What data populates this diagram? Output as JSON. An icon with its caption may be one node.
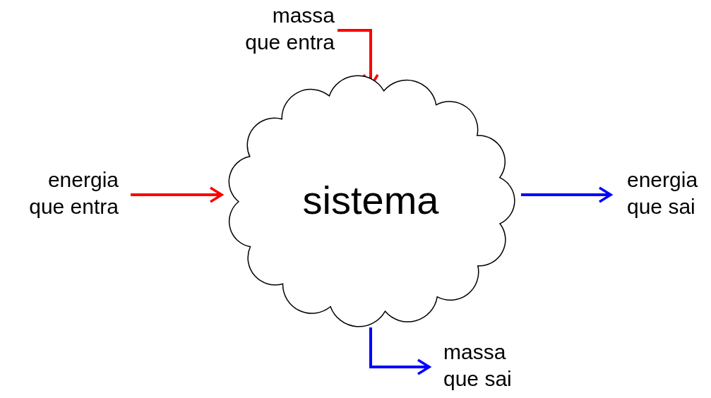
{
  "diagram": {
    "nodes": [
      {
        "text": [
          "sistema"
        ]
      },
      {
        "text": [
          "massa que entra"
        ]
      },
      {
        "text": [
          "energia que entra"
        ]
      },
      {
        "text": [
          "energia que sai"
        ]
      },
      {
        "text": [
          "massa que sai"
        ]
      }
    ],
    "edges": [
      {
        "from": 1,
        "to": 0,
        "arrow": "to",
        "color": "#ff0000"
      },
      {
        "from": 2,
        "to": 0,
        "arrow": "to",
        "color": "#ff0000"
      },
      {
        "from": 0,
        "to": 3,
        "arrow": "to",
        "color": "#0000ff"
      },
      {
        "from": 0,
        "to": 4,
        "arrow": "to",
        "color": "#0000ff"
      }
    ]
  }
}
